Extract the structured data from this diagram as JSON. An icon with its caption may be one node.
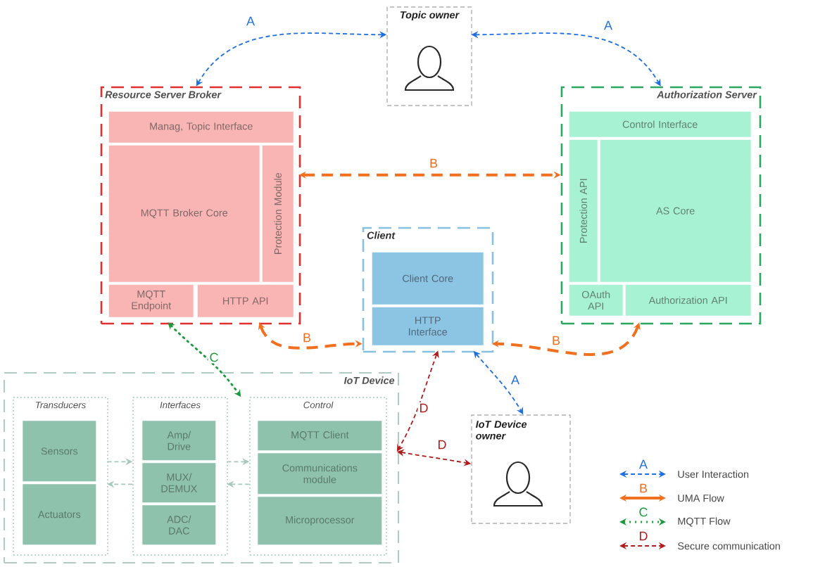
{
  "diagram": {
    "nodes": [
      {
        "text": [
          "Topic owner"
        ]
      },
      {
        "text": [
          "Resource Server Broker"
        ]
      },
      {
        "text": [
          "Manag, Topic Interface"
        ],
        "in": 1
      },
      {
        "text": [
          "MQTT Broker Core"
        ],
        "in": 1
      },
      {
        "text": [
          "Protection Module"
        ],
        "in": 1
      },
      {
        "text": [
          "MQTT Endpoint"
        ],
        "in": 1
      },
      {
        "text": [
          "HTTP API"
        ],
        "in": 1
      },
      {
        "text": [
          "Authorization Server"
        ]
      },
      {
        "text": [
          "Control Interface"
        ],
        "in": 7
      },
      {
        "text": [
          "Protection API"
        ],
        "in": 7
      },
      {
        "text": [
          "AS Core"
        ],
        "in": 7
      },
      {
        "text": [
          "OAuth API"
        ],
        "in": 7
      },
      {
        "text": [
          "Authorization API"
        ],
        "in": 7
      },
      {
        "text": [
          "Client"
        ]
      },
      {
        "text": [
          "Client Core"
        ],
        "in": 13
      },
      {
        "text": [
          "HTTP Interface"
        ],
        "in": 13
      },
      {
        "text": [
          "IoT Device"
        ]
      },
      {
        "text": [
          "Transducers"
        ],
        "in": 16
      },
      {
        "text": [
          "Sensors"
        ],
        "in": 17
      },
      {
        "text": [
          "Actuators"
        ],
        "in": 17
      },
      {
        "text": [
          "Interfaces"
        ],
        "in": 16
      },
      {
        "text": [
          "Amp/ Drive"
        ],
        "in": 20
      },
      {
        "text": [
          "MUX/ DEMUX"
        ],
        "in": 20
      },
      {
        "text": [
          "ADC/ DAC"
        ],
        "in": 20
      },
      {
        "text": [
          "Control"
        ],
        "in": 16
      },
      {
        "text": [
          "MQTT Client"
        ],
        "in": 24
      },
      {
        "text": [
          "Communications module"
        ],
        "in": 24
      },
      {
        "text": [
          "Microprocessor"
        ],
        "in": 24
      },
      {
        "text": [
          "IoT Device owner"
        ]
      }
    ],
    "edges": [
      {
        "from": 0,
        "to": 1,
        "arrow": "both",
        "label": "A",
        "style": "dashed",
        "color": "#1f6fe0"
      },
      {
        "from": 0,
        "to": 7,
        "arrow": "both",
        "label": "A",
        "style": "dashed",
        "color": "#1f6fe0"
      },
      {
        "from": 1,
        "to": 7,
        "arrow": "both",
        "label": "B",
        "style": "dashed",
        "color": "#f07020"
      },
      {
        "from": 6,
        "to": 13,
        "arrow": "both",
        "label": "B",
        "style": "dashed",
        "color": "#f07020"
      },
      {
        "from": 12,
        "to": 13,
        "arrow": "both",
        "label": "B",
        "style": "dashed",
        "color": "#f07020"
      },
      {
        "from": 13,
        "to": 28,
        "arrow": "both",
        "label": "A",
        "style": "dashed",
        "color": "#1f6fe0"
      },
      {
        "from": 5,
        "to": 24,
        "arrow": "both",
        "label": "C",
        "style": "dashed",
        "color": "#1a9a3a"
      },
      {
        "from": 15,
        "to": 26,
        "arrow": "both",
        "label": "D",
        "style": "dashed",
        "color": "#b01c1c"
      },
      {
        "from": 26,
        "to": 28,
        "arrow": "both",
        "label": "D",
        "style": "dashed",
        "color": "#b01c1c"
      },
      {
        "from": 17,
        "to": 20,
        "arrow": "to",
        "style": "dashed"
      },
      {
        "from": 20,
        "to": 17,
        "arrow": "to",
        "style": "dashed"
      },
      {
        "from": 20,
        "to": 24,
        "arrow": "to",
        "style": "dashed"
      },
      {
        "from": 24,
        "to": 20,
        "arrow": "to",
        "style": "dashed"
      }
    ],
    "labels": [
      "A",
      "B",
      "C",
      "D"
    ],
    "legend": [
      {
        "text": "User Interaction"
      },
      {
        "text": "UMA Flow"
      },
      {
        "text": "MQTT Flow"
      },
      {
        "text": "Secure communication"
      }
    ]
  }
}
